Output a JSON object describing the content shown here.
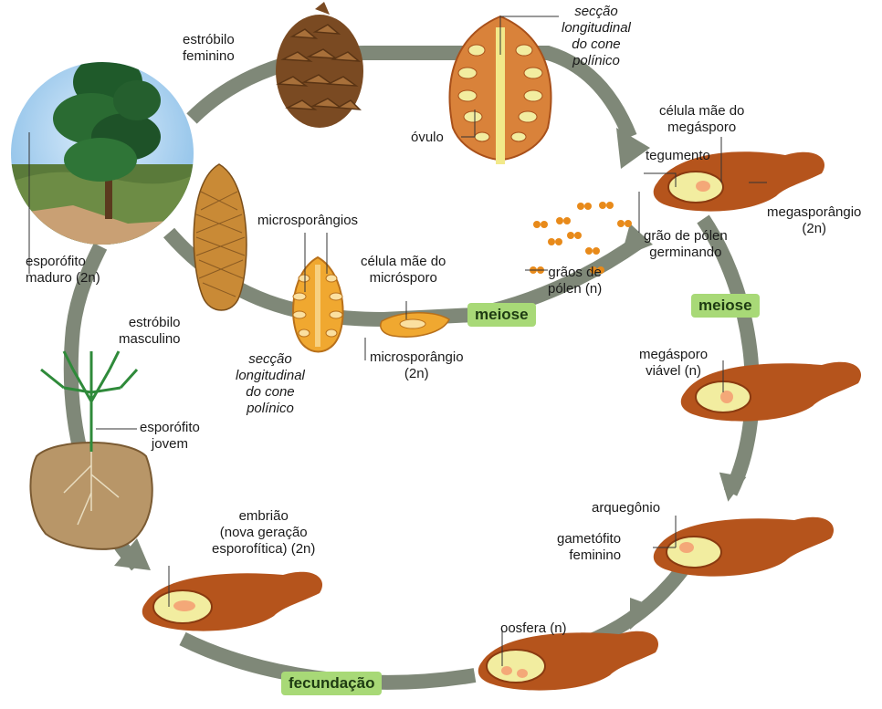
{
  "labels": {
    "estrobilo_feminino": "estróbilo\nfeminino",
    "seccao_polinico_top": "secção\nlongitudinal\ndo cone\npolínico",
    "ovulo": "óvulo",
    "celula_mae_megasporo": "célula mãe do\nmegásporo",
    "tegumento": "tegumento",
    "megasporangio": "megasporângio\n(2n)",
    "grao_polen_germinando": "grão de pólen\ngerminando",
    "graos_polen": "grãos de\npólen (n)",
    "microsporangios": "microsporângios",
    "celula_mae_microsporo": "célula mãe do\nmicrósporo",
    "esporofito_maduro": "esporófito\nmaduro (2n)",
    "estrobilo_masculino": "estróbilo\nmasculino",
    "seccao_polinico_bottom": "secção\nlongitudinal\ndo cone\npolínico",
    "microsporangio": "microsporângio\n(2n)",
    "megasporo_viavel": "megásporo\nviável (n)",
    "esporofito_jovem": "esporófito\njovem",
    "arquegonio": "arquegônio",
    "gametofito_feminino": "gametófito\nfeminino",
    "embriao": "embrião\n(nova geração\nesporofítica) (2n)",
    "oosfera": "oosfera (n)"
  },
  "badges": {
    "meiose_1": "meiose",
    "meiose_2": "meiose",
    "fecundacao": "fecundação"
  },
  "colors": {
    "cycle_arrow": "#7f8878",
    "badge_bg": "#a8d977",
    "ovule_brown": "#b5541c",
    "cone_brown": "#8a5a2e",
    "pollen_orange": "#e88a1a",
    "section_orange": "#f0a830",
    "gametophyte_yellow": "#f2eda0"
  }
}
